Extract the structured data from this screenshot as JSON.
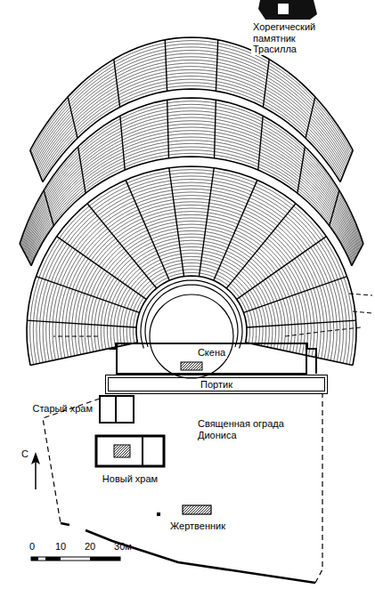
{
  "diagram": {
    "nodes": [
      {
        "text": [
          "Скена"
        ]
      },
      {
        "text": [
          "Портик"
        ]
      }
    ],
    "labels": [
      "Хорегический памятник Трасилла",
      "Старый храм",
      "Новый храм",
      "Священная ограда Диониса",
      "Жертвенник",
      "С",
      "0",
      "10",
      "20",
      "30м"
    ]
  }
}
